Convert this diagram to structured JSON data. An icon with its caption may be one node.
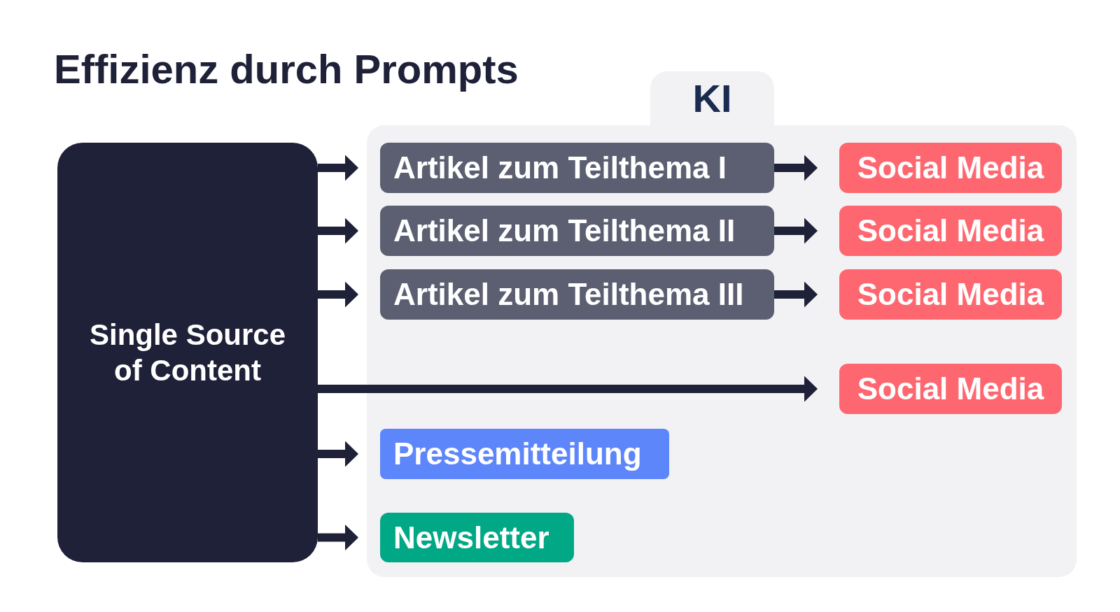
{
  "diagram": {
    "title": "Effizienz durch Prompts",
    "nodes": [
      {
        "text": [
          "Single Source of Content"
        ]
      },
      {
        "text": [
          "KI"
        ]
      },
      {
        "text": [
          "Artikel zum Teilthema I"
        ],
        "in": 1
      },
      {
        "text": [
          "Social Media"
        ],
        "in": 1
      },
      {
        "text": [
          "Artikel zum Teilthema II"
        ],
        "in": 1
      },
      {
        "text": [
          "Social Media"
        ],
        "in": 1
      },
      {
        "text": [
          "Artikel zum Teilthema III"
        ],
        "in": 1
      },
      {
        "text": [
          "Social Media"
        ],
        "in": 1
      },
      {
        "text": [
          "Social Media"
        ],
        "in": 1
      },
      {
        "text": [
          "Pressemitteilung"
        ],
        "in": 1
      },
      {
        "text": [
          "Newsletter"
        ],
        "in": 1
      }
    ],
    "edges": [
      {
        "from": 0,
        "to": 2,
        "arrow": "to"
      },
      {
        "from": 2,
        "to": 3,
        "arrow": "to"
      },
      {
        "from": 0,
        "to": 4,
        "arrow": "to"
      },
      {
        "from": 4,
        "to": 5,
        "arrow": "to"
      },
      {
        "from": 0,
        "to": 6,
        "arrow": "to"
      },
      {
        "from": 6,
        "to": 7,
        "arrow": "to"
      },
      {
        "from": 0,
        "to": 8,
        "arrow": "to"
      },
      {
        "from": 0,
        "to": 9,
        "arrow": "to"
      },
      {
        "from": 0,
        "to": 10,
        "arrow": "to"
      }
    ]
  }
}
